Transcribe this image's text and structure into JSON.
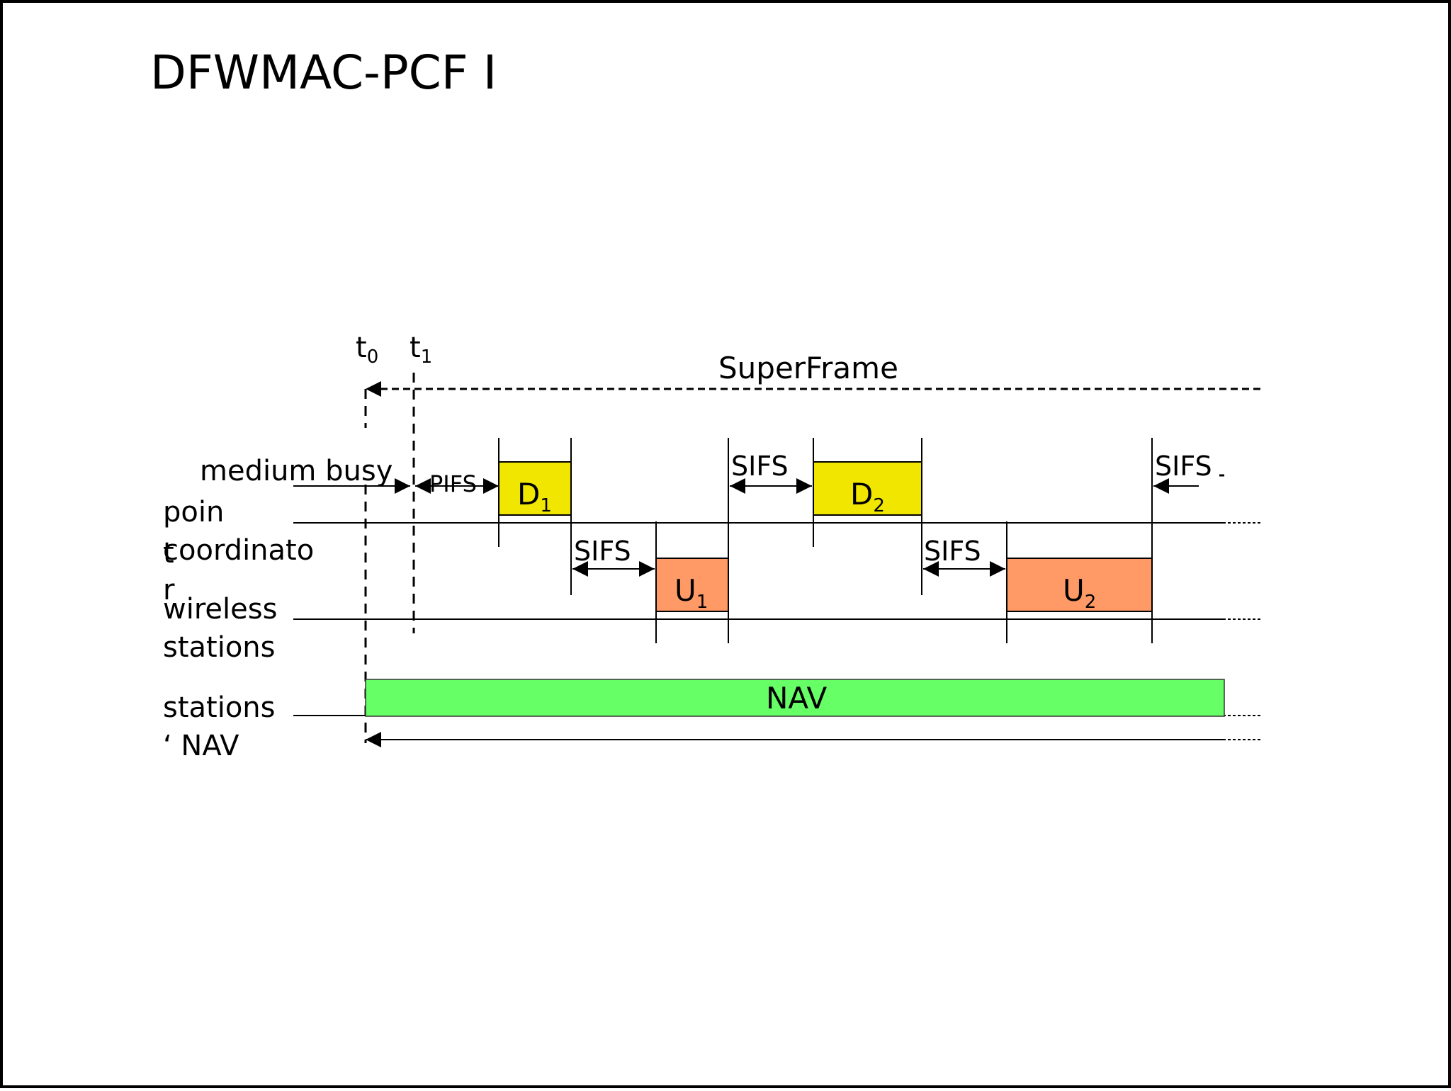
{
  "slide": {
    "title": "DFWMAC-PCF I"
  },
  "rows": {
    "point_coordinator": [
      "poin",
      "t",
      "coordinato",
      "r"
    ],
    "wireless_stations": [
      "wireless",
      "stations"
    ],
    "stations_nav": [
      "stations",
      "‘ NAV"
    ]
  },
  "labels": {
    "t0": "t",
    "t0_sub": "0",
    "t1": "t",
    "t1_sub": "1",
    "superframe": "SuperFrame",
    "medium_busy": "medium busy",
    "pifs": "PIFS",
    "sifs_1": "SIFS",
    "sifs_2": "SIFS",
    "sifs_3": "SIFS",
    "sifs_4": "SIFS",
    "d1": "D",
    "d1_sub": "1",
    "d2": "D",
    "d2_sub": "2",
    "u1": "U",
    "u1_sub": "1",
    "u2": "U",
    "u2_sub": "2",
    "nav": "NAV"
  },
  "colors": {
    "downlink": "#f0e600",
    "uplink": "#ff9966",
    "nav": "#66ff66",
    "line": "#000000"
  }
}
